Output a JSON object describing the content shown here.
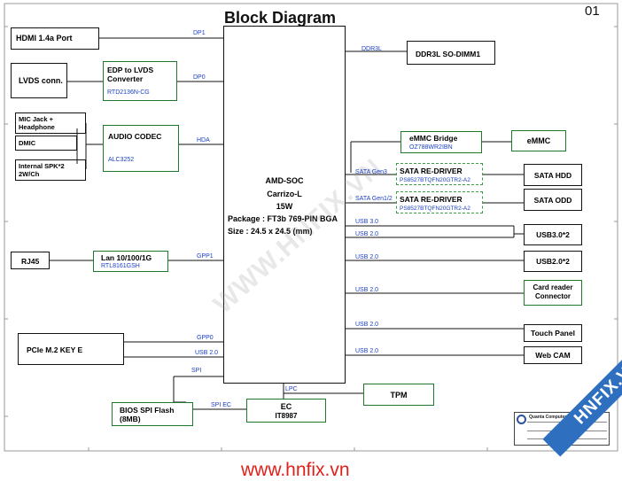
{
  "page_number": "01",
  "title": "Block Diagram",
  "soc": {
    "line1": "AMD-SOC",
    "line2": "Carrizo-L",
    "line3": "15W",
    "line4": "Package : FT3b 769-PIN BGA",
    "line5": "Size : 24.5 x 24.5 (mm)"
  },
  "left": {
    "hdmi": "HDMI 1.4a Port",
    "lvds": "LVDS conn.",
    "edp_title": "EDP to LVDS Converter",
    "edp_part": "RTD2136N-CG",
    "mic": "MIC Jack + Headphone",
    "dmic": "DMIC",
    "spk": "Internal SPK*2 2W/Ch",
    "audio_title": "AUDIO CODEC",
    "audio_part": "ALC3252",
    "rj45": "RJ45",
    "lan_title": "Lan 10/100/1G",
    "lan_part": "RTL8161GSH",
    "pcie": "PCIe M.2 KEY E",
    "bios": "BIOS SPI Flash (8MB)",
    "ec_title": "EC",
    "ec_part": "IT8987",
    "tpm": "TPM"
  },
  "right": {
    "ddr": "DDR3L SO-DIMM1",
    "emmc_bridge_title": "eMMC Bridge",
    "emmc_bridge_part": "OZ788WR2IBN",
    "emmc": "eMMC",
    "redriver_title": "SATA RE-DRIVER",
    "redriver_part": "PS8527BTQFN20GTR2-A2",
    "sata_hdd": "SATA HDD",
    "sata_odd": "SATA ODD",
    "usb30": "USB3.0*2",
    "usb20": "USB2.0*2",
    "card_reader": "Card reader Connector",
    "touch_panel": "Touch Panel",
    "webcam": "Web CAM"
  },
  "bus_labels": {
    "dp1": "DP1",
    "dp0": "DP0",
    "hda": "HDA",
    "gpp1": "GPP1",
    "gpp0": "GPP0",
    "usb20": "USB 2.0",
    "usb30": "USB 3.0",
    "spi": "SPI",
    "spi_ec": "SPI EC",
    "lpc": "LPC",
    "ddr3l": "DDR3L",
    "sata_gen3": "SATA Gen3",
    "sata_gen12": "SATA Gen1/2"
  },
  "watermark": "WWW.HNFIX.VN",
  "corner_badge": "HNFIX.VN",
  "footer_url": "www.hnfix.vn",
  "title_block": {
    "company": "Quanta Computer"
  },
  "colors": {
    "box_border": "#111111",
    "green_border": "#1e7a2a",
    "label_blue": "#1a3fc4",
    "url_red": "#e0201a",
    "badge_blue": "#2f6fbf"
  }
}
